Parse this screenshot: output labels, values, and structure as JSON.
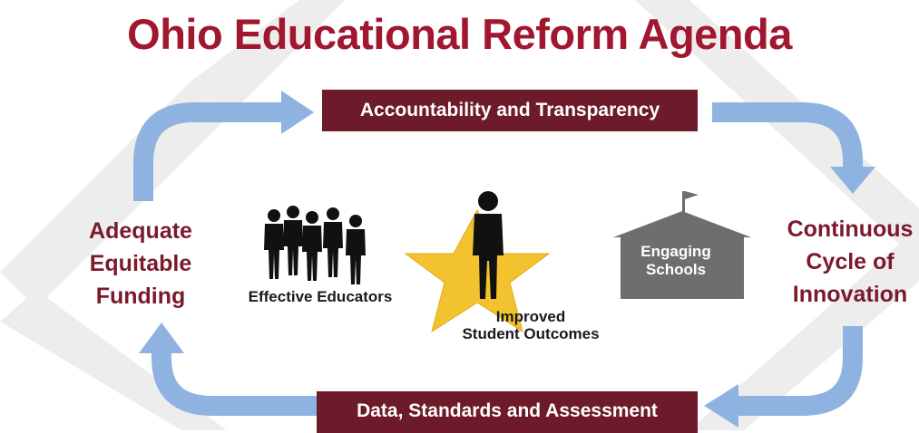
{
  "title": "Ohio Educational Reform Agenda",
  "banners": {
    "top": "Accountability and Transparency",
    "bottom": "Data, Standards and Assessment"
  },
  "side_labels": {
    "left": [
      "Adequate",
      "Equitable",
      "Funding"
    ],
    "right": [
      "Continuous",
      "Cycle of",
      "Innovation"
    ]
  },
  "center": {
    "educators": "Effective Educators",
    "outcomes": [
      "Improved",
      "Student Outcomes"
    ],
    "schools": [
      "Engaging",
      "Schools"
    ]
  },
  "colors": {
    "title": "#a0172f",
    "banner": "#6d1a2a",
    "side_text": "#7a1a2a",
    "arrow": "#8fb3e0",
    "star": "#f2c32e",
    "school": "#6e6e6e",
    "watermark": "#ececec"
  },
  "icons": [
    "arrow-icon",
    "people-group-icon",
    "person-icon",
    "star-icon",
    "schoolhouse-icon",
    "flag-icon"
  ]
}
